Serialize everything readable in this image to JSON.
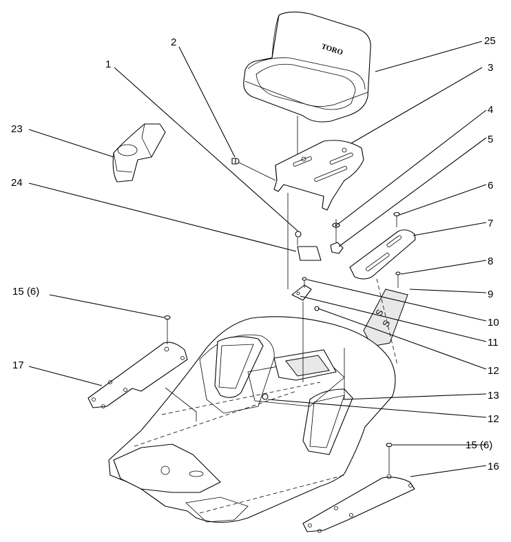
{
  "diagram": {
    "brand_text": "TORO",
    "callouts": [
      "1",
      "2",
      "3",
      "4",
      "5",
      "6",
      "7",
      "8",
      "9",
      "10",
      "11",
      "12",
      "12",
      "13",
      "15 (6)",
      "15 (6)",
      "16",
      "17",
      "23",
      "24",
      "25"
    ]
  }
}
